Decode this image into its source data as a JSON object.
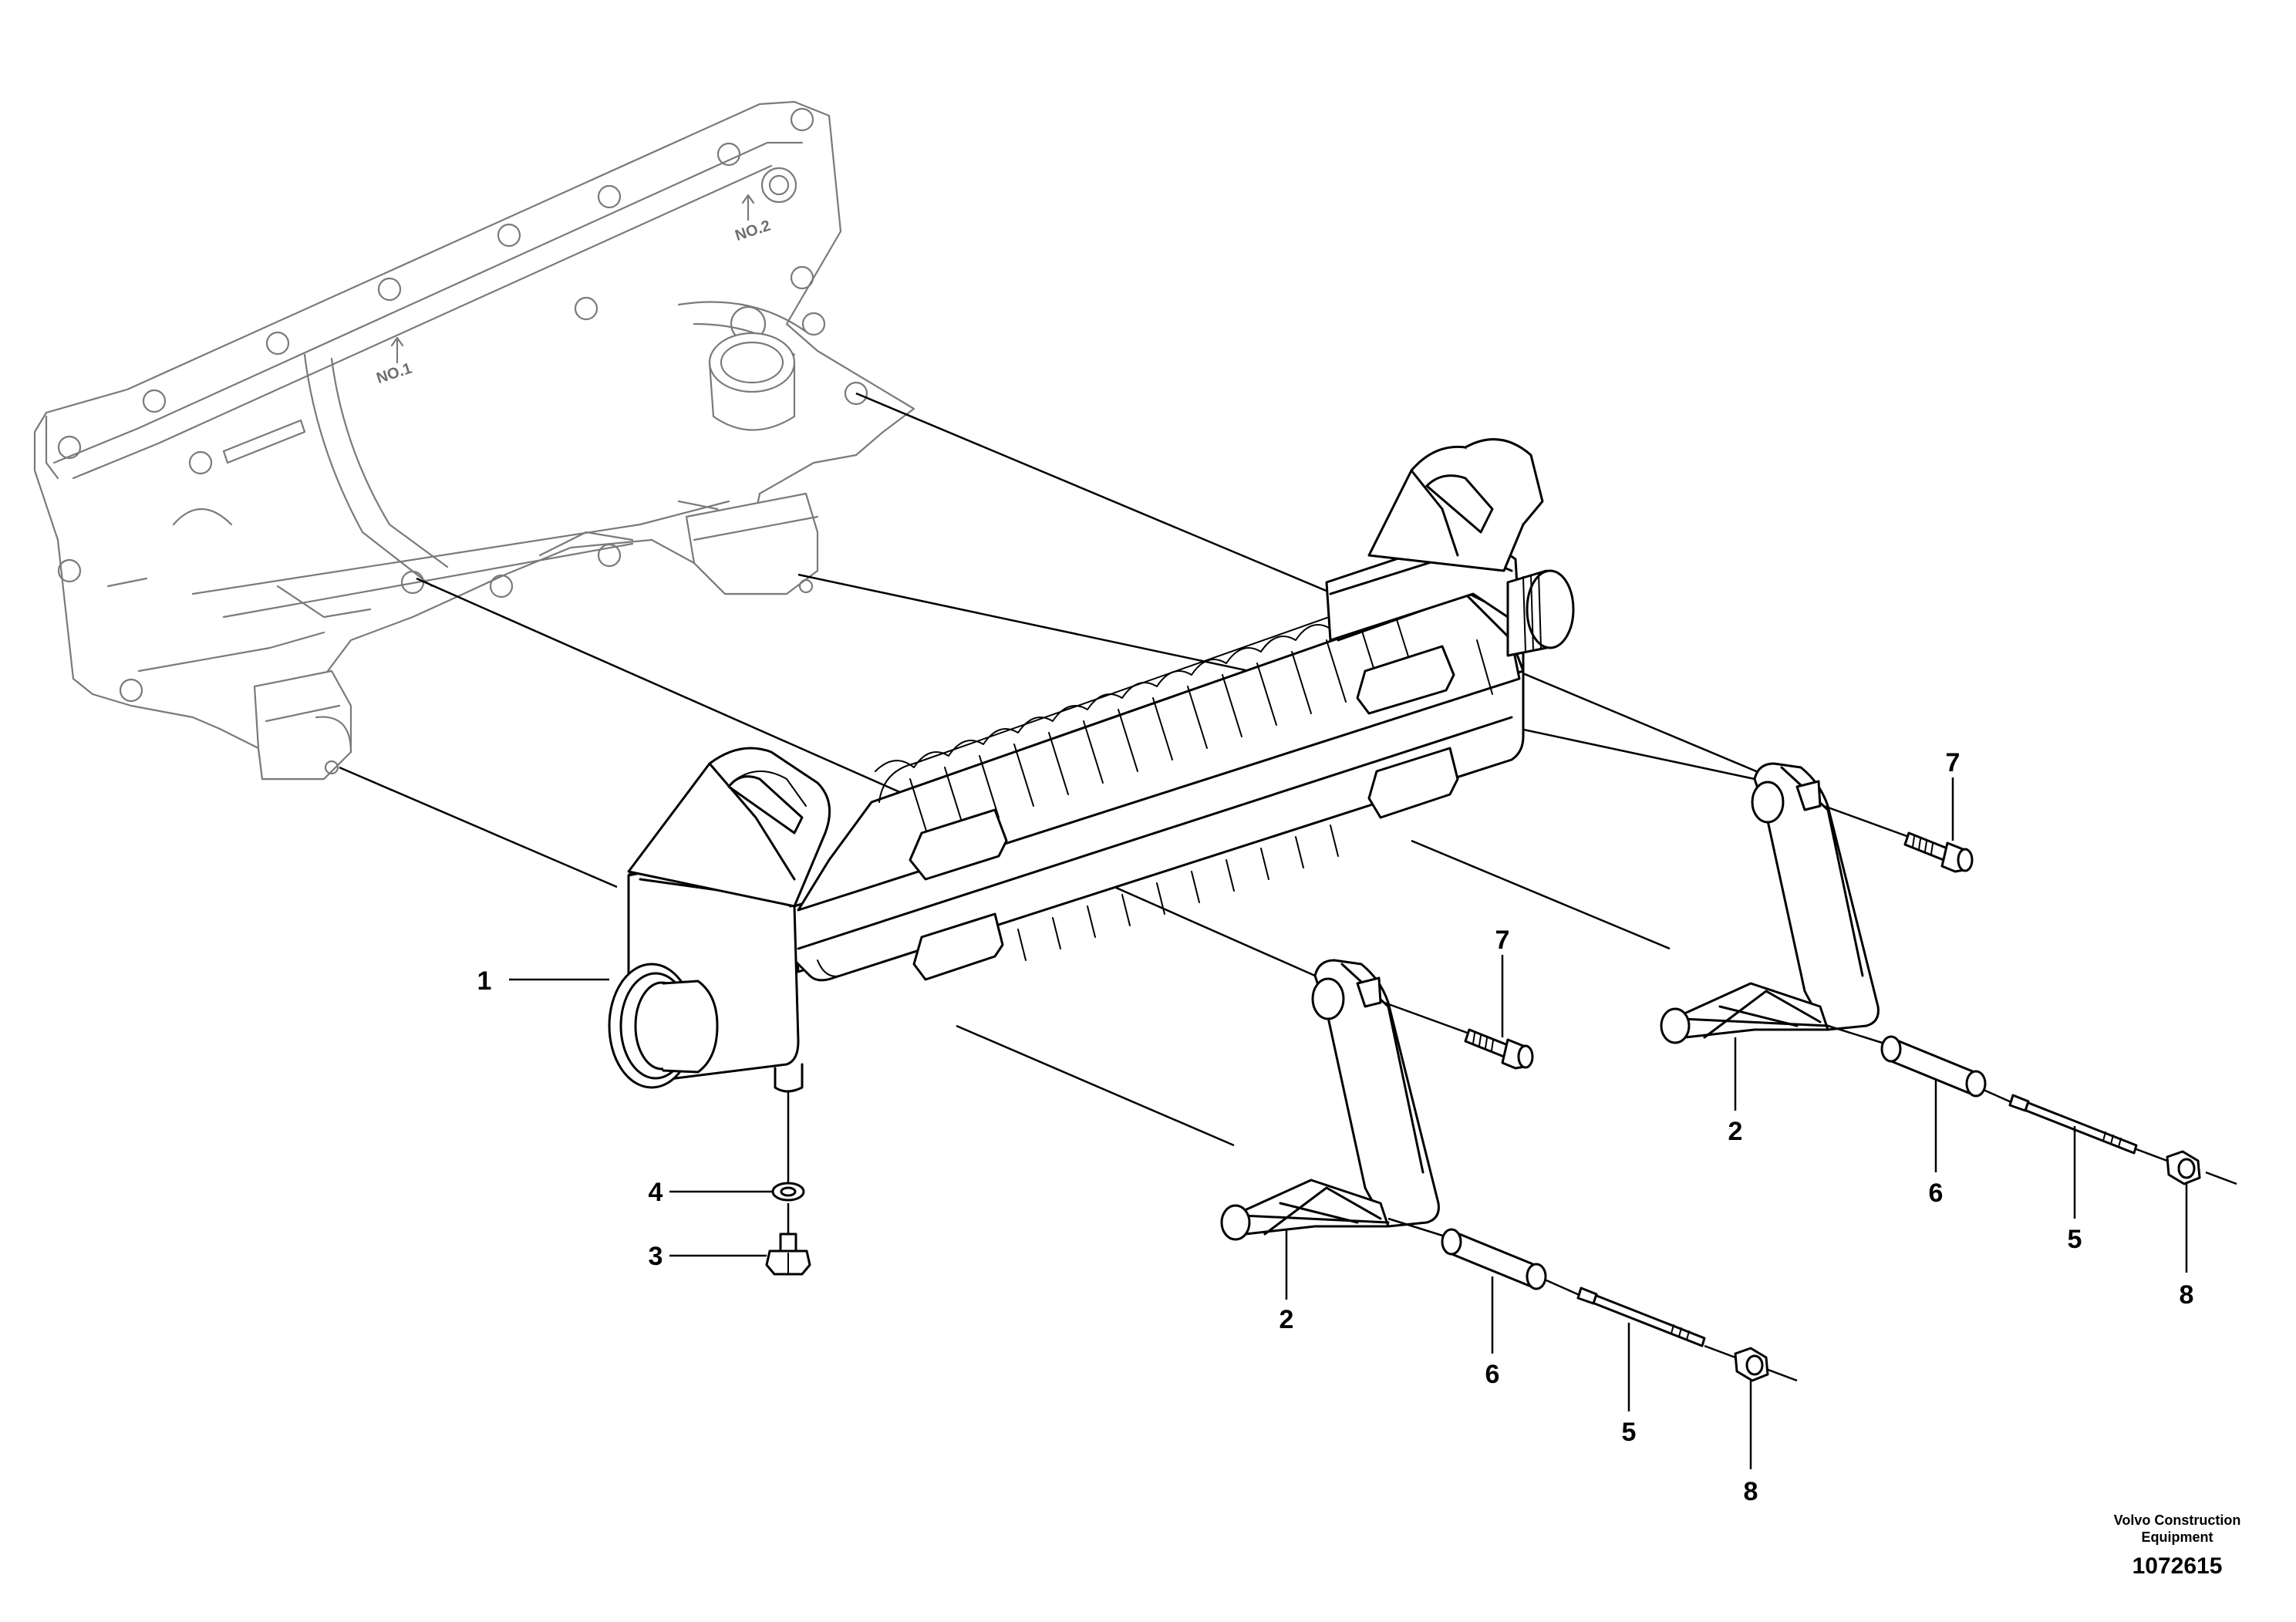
{
  "diagram": {
    "callouts": [
      {
        "id": "c1",
        "text": "1"
      },
      {
        "id": "c2a",
        "text": "2"
      },
      {
        "id": "c2b",
        "text": "2"
      },
      {
        "id": "c3",
        "text": "3"
      },
      {
        "id": "c4",
        "text": "4"
      },
      {
        "id": "c5a",
        "text": "5"
      },
      {
        "id": "c5b",
        "text": "5"
      },
      {
        "id": "c6a",
        "text": "6"
      },
      {
        "id": "c6b",
        "text": "6"
      },
      {
        "id": "c7a",
        "text": "7"
      },
      {
        "id": "c7b",
        "text": "7"
      },
      {
        "id": "c8a",
        "text": "8"
      },
      {
        "id": "c8b",
        "text": "8"
      }
    ],
    "part_markings": {
      "no1": "NO.1",
      "no2": "NO.2"
    }
  },
  "footer": {
    "company_line1": "Volvo Construction",
    "company_line2": "Equipment",
    "reference_number": "1072615"
  }
}
